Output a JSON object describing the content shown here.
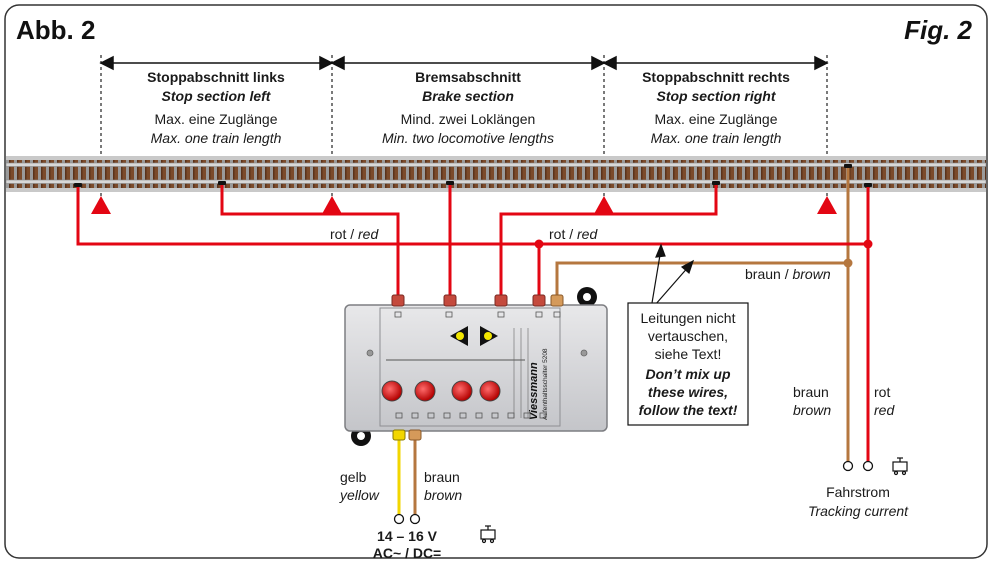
{
  "header": {
    "left_title": "Abb. 2",
    "right_title": "Fig. 2"
  },
  "sections": [
    {
      "title_de": "Stoppabschnitt links",
      "title_en": "Stop section left",
      "desc_de": "Max. eine Zuglänge",
      "desc_en": "Max. one train length"
    },
    {
      "title_de": "Bremsabschnitt",
      "title_en": "Brake section",
      "desc_de": "Mind. zwei Loklängen",
      "desc_en": "Min. two locomotive lengths"
    },
    {
      "title_de": "Stoppabschnitt rechts",
      "title_en": "Stop section right",
      "desc_de": "Max. eine Zuglänge",
      "desc_en": "Max. one train length"
    }
  ],
  "wires": {
    "red_label_1_de": "rot / ",
    "red_label_1_en": "red",
    "red_label_2_de": "rot / ",
    "red_label_2_en": "red",
    "brown_label_de": "braun / ",
    "brown_label_en": "brown",
    "vertical_brown_de": "braun",
    "vertical_brown_en": "brown",
    "vertical_red_de": "rot",
    "vertical_red_en": "red",
    "yellow_de": "gelb",
    "yellow_en": "yellow",
    "bottom_brown_de": "braun",
    "bottom_brown_en": "brown",
    "colors": {
      "red": "#e30613",
      "brown": "#b5773f",
      "yellow": "#f2d600"
    }
  },
  "warning": {
    "line1": "Leitungen nicht",
    "line2": "vertauschen,",
    "line3": "siehe Text!",
    "line4": "Don’t mix up",
    "line5": "these wires,",
    "line6": "follow the text!"
  },
  "power": {
    "voltage": "14 – 16 V",
    "type": "AC~ / DC="
  },
  "tracking": {
    "label_de": "Fahrstrom",
    "label_en": "Tracking current"
  },
  "module": {
    "brand": "Viessmann",
    "product": "Aufenthaltsschalter  5208"
  }
}
